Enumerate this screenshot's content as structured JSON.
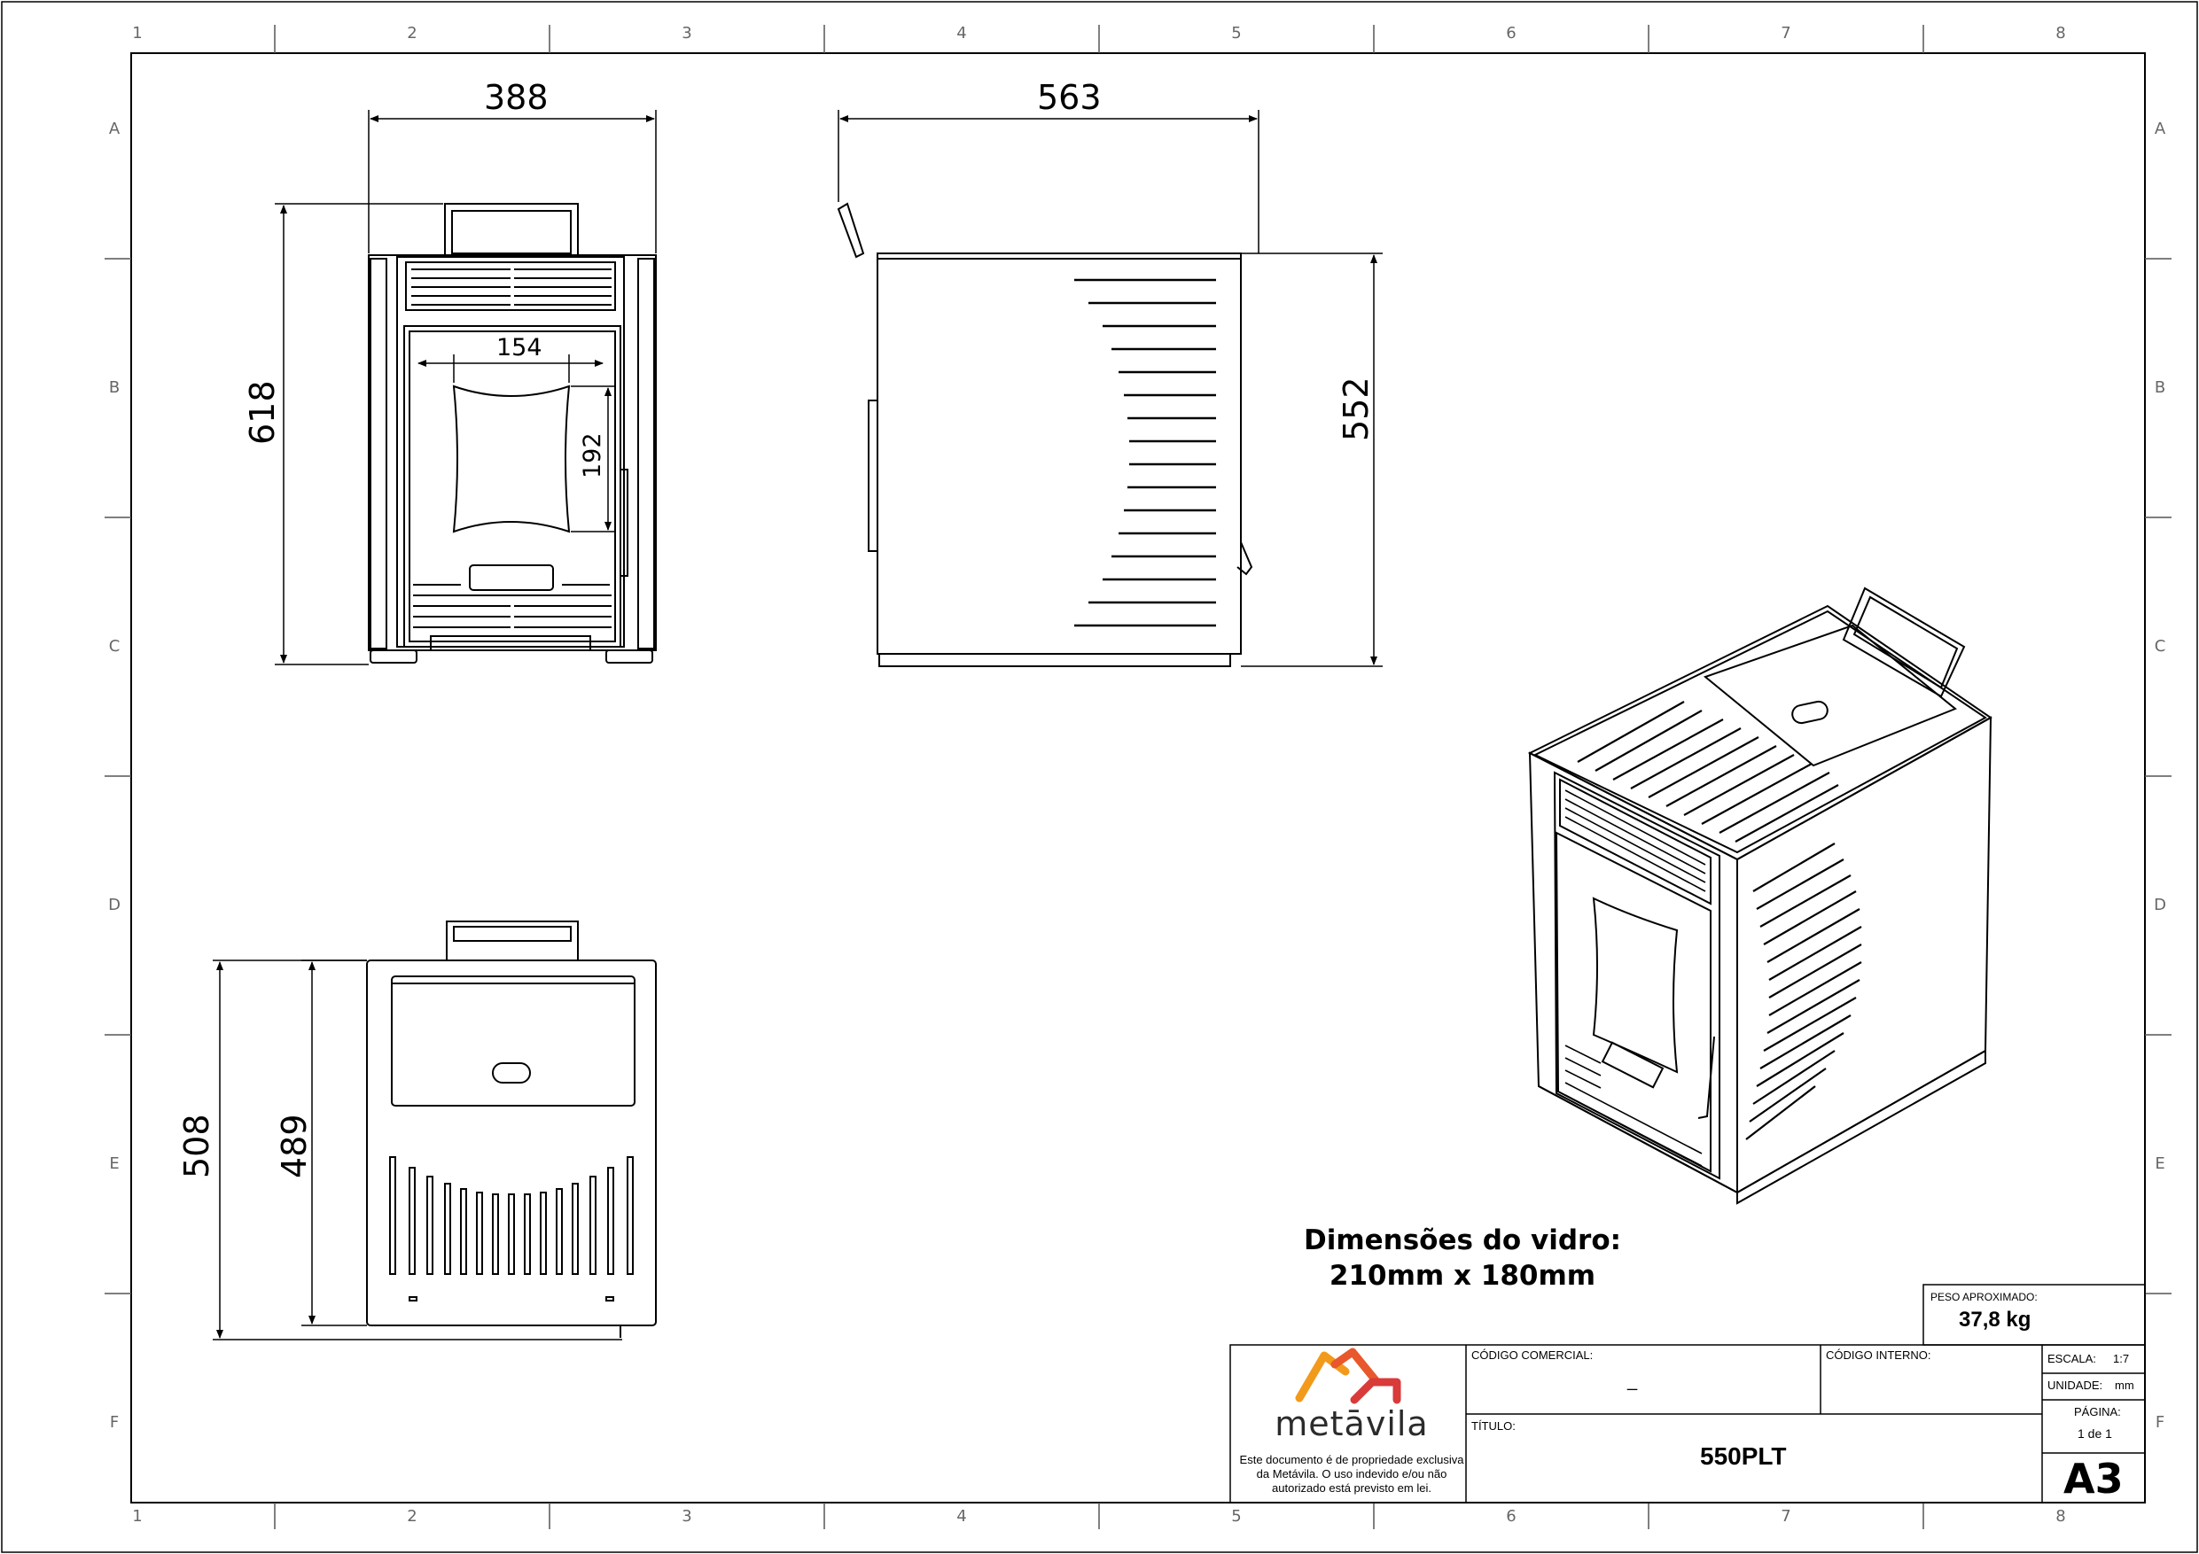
{
  "grid": {
    "columns": [
      "1",
      "2",
      "3",
      "4",
      "5",
      "6",
      "7",
      "8"
    ],
    "rows": [
      "A",
      "B",
      "C",
      "D",
      "E",
      "F"
    ]
  },
  "dimensions": {
    "front_width": "388",
    "front_height": "618",
    "glass_width": "154",
    "glass_height": "192",
    "side_depth": "563",
    "side_height": "552",
    "top_outer": "508",
    "top_inner": "489"
  },
  "note": {
    "line1": "Dimensões do vidro:",
    "line2": "210mm x 180mm"
  },
  "title_block": {
    "weight_label": "PESO APROXIMADO:",
    "weight_value": "37,8 kg",
    "commercial_code_label": "CÓDIGO COMERCIAL:",
    "commercial_code_value": "_",
    "internal_code_label": "CÓDIGO INTERNO:",
    "internal_code_value": "",
    "title_label": "TÍTULO:",
    "title_value": "550PLT",
    "scale_label": "ESCALA:",
    "scale_value": "1:7",
    "unit_label": "UNIDADE:",
    "unit_value": "mm",
    "page_label": "PÁGINA:",
    "page_value": "1 de 1",
    "sheet_size": "A3",
    "company": "metāvila",
    "disclaimer": "Este documento é de propriedade exclusiva da Metávila. O uso indevido e/ou não autorizado está previsto em lei.",
    "logo_colors": [
      "#e8582c",
      "#f29a1c",
      "#d93a3a"
    ]
  }
}
